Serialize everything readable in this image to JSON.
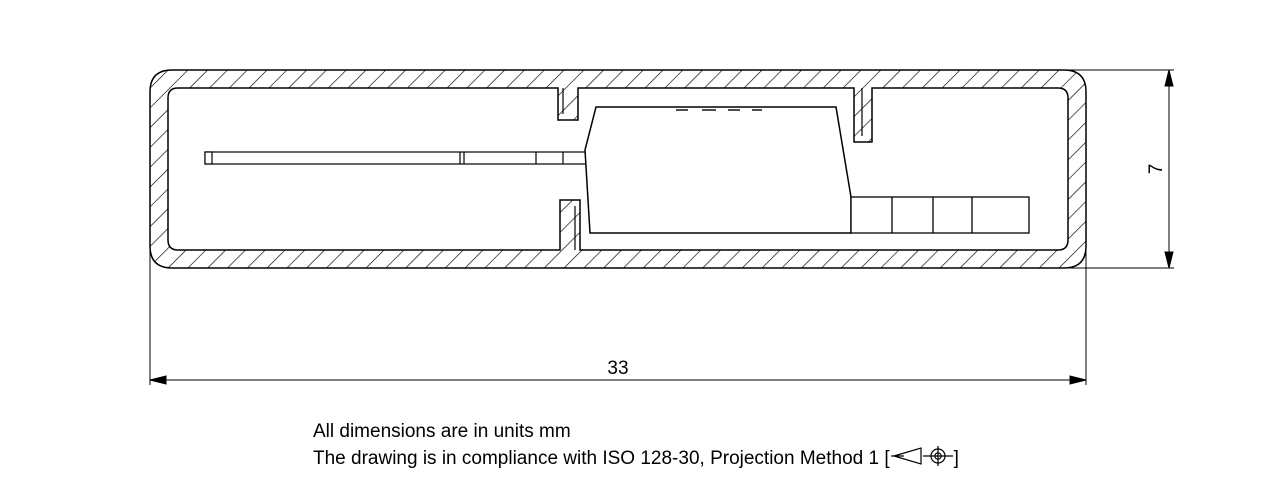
{
  "dimensions": {
    "width_value": "33",
    "height_value": "7"
  },
  "notes": {
    "units_line": "All dimensions are in units mm",
    "compliance_prefix": "The drawing is in compliance with ISO 128-30, Projection Method 1 [",
    "compliance_suffix": "]"
  },
  "icons": {
    "projection_symbol": "first-angle-projection-icon"
  },
  "colors": {
    "line": "#000000",
    "background": "#ffffff"
  }
}
